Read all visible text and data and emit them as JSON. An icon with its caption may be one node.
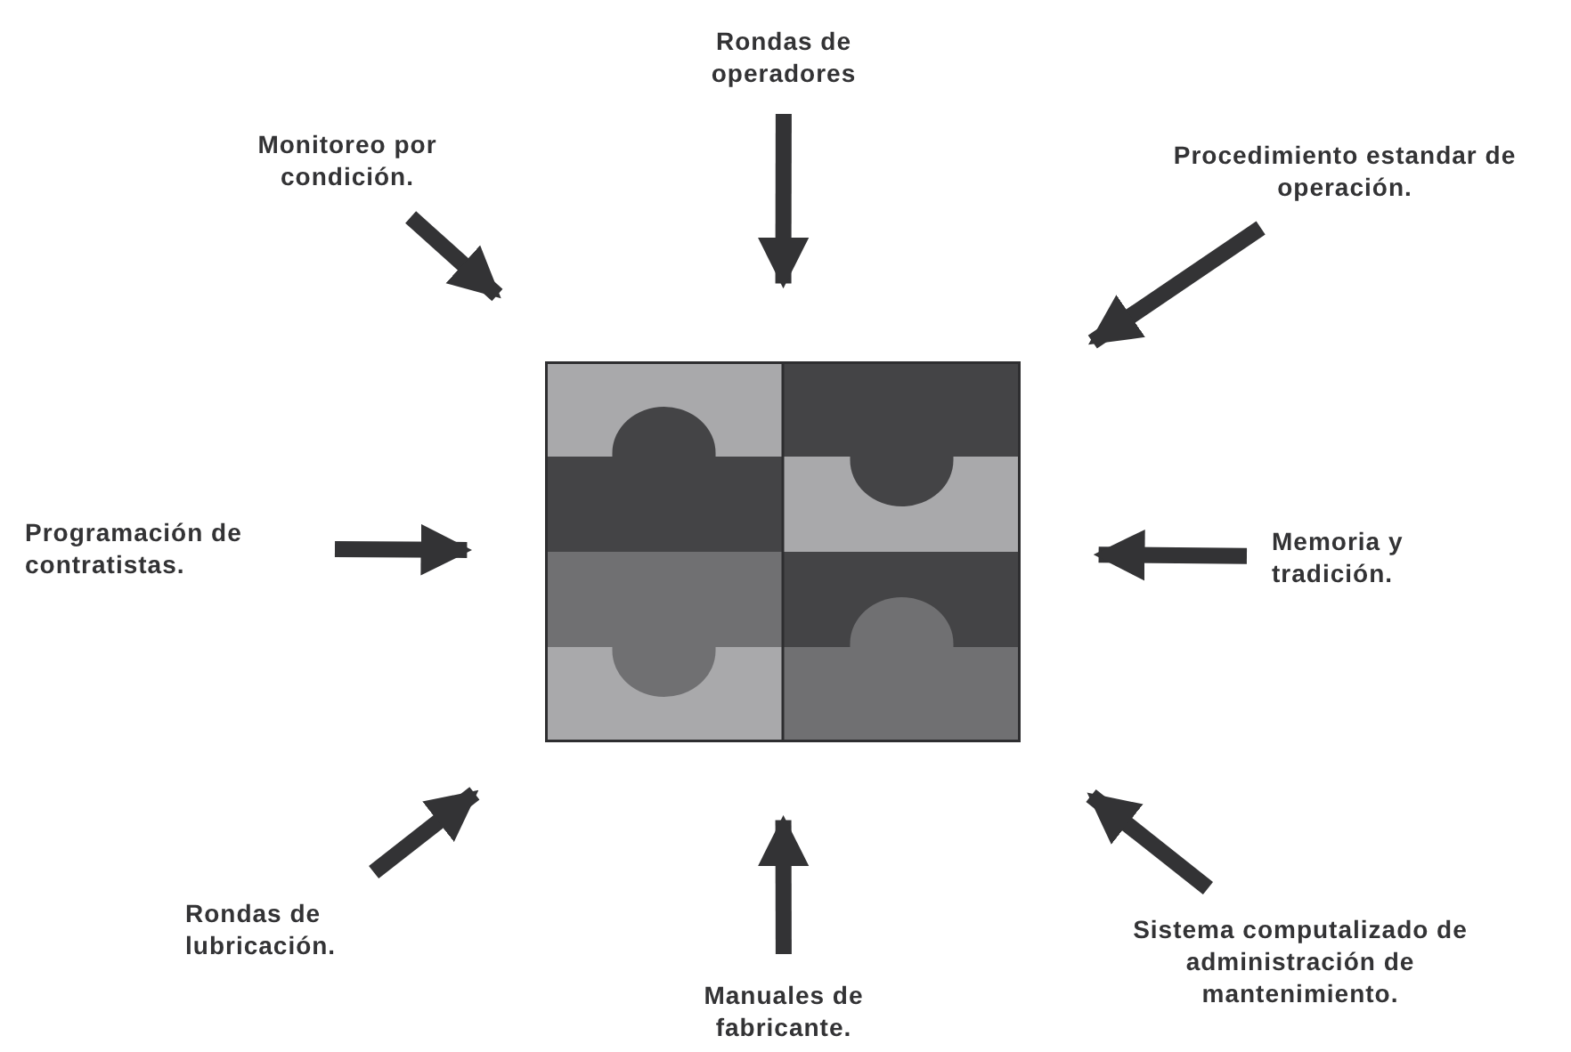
{
  "diagram": {
    "nodes": [
      {
        "text": [
          "Rondas de operadores"
        ]
      },
      {
        "text": [
          "Monitoreo por condición."
        ]
      },
      {
        "text": [
          "Procedimiento estandar de operación."
        ]
      },
      {
        "text": [
          "Programación de contratistas."
        ]
      },
      {
        "text": [],
        "shape": "picture"
      },
      {
        "text": [
          "Memoria y tradición."
        ]
      },
      {
        "text": [
          "Rondas de lubricación."
        ]
      },
      {
        "text": [
          "Manuales de fabricante."
        ]
      },
      {
        "text": [
          "Sistema computalizado de administración de mantenimiento."
        ]
      }
    ],
    "edges": [
      {
        "from": 0,
        "to": 4,
        "arrow": "to"
      },
      {
        "from": 1,
        "to": 4,
        "arrow": "to"
      },
      {
        "from": 2,
        "to": 4,
        "arrow": "to"
      },
      {
        "from": 3,
        "to": 4,
        "arrow": "to"
      },
      {
        "from": 5,
        "to": 4,
        "arrow": "to"
      },
      {
        "from": 6,
        "to": 4,
        "arrow": "to"
      },
      {
        "from": 7,
        "to": 4,
        "arrow": "to"
      },
      {
        "from": 8,
        "to": 4,
        "arrow": "to"
      }
    ]
  }
}
